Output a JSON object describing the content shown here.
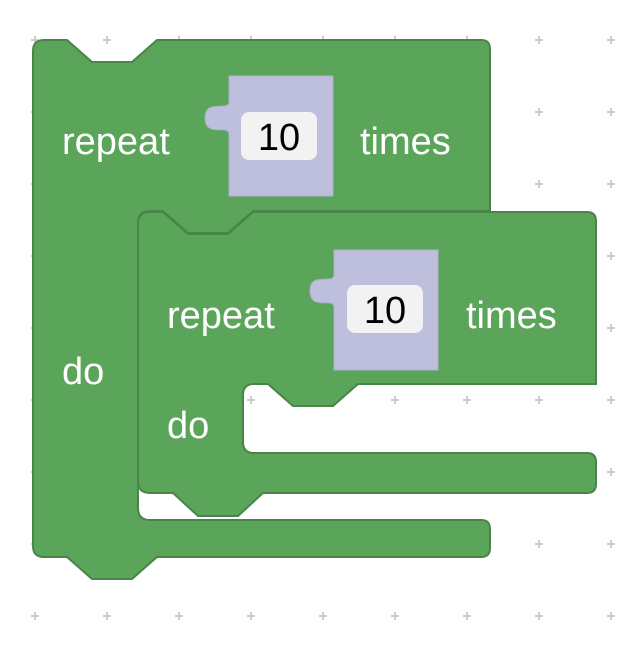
{
  "workspace": {
    "background": "#ffffff",
    "grid_color": "#cccccc"
  },
  "colors": {
    "loop_block": "#5ba55b",
    "loop_block_border": "#498449",
    "number_shadow_block": "#bdbfdd",
    "number_field": "#f2f2f2"
  },
  "outer_repeat": {
    "repeat_label": "repeat",
    "count": "10",
    "times_label": "times",
    "do_label": "do"
  },
  "inner_repeat": {
    "repeat_label": "repeat",
    "count": "10",
    "times_label": "times",
    "do_label": "do"
  }
}
